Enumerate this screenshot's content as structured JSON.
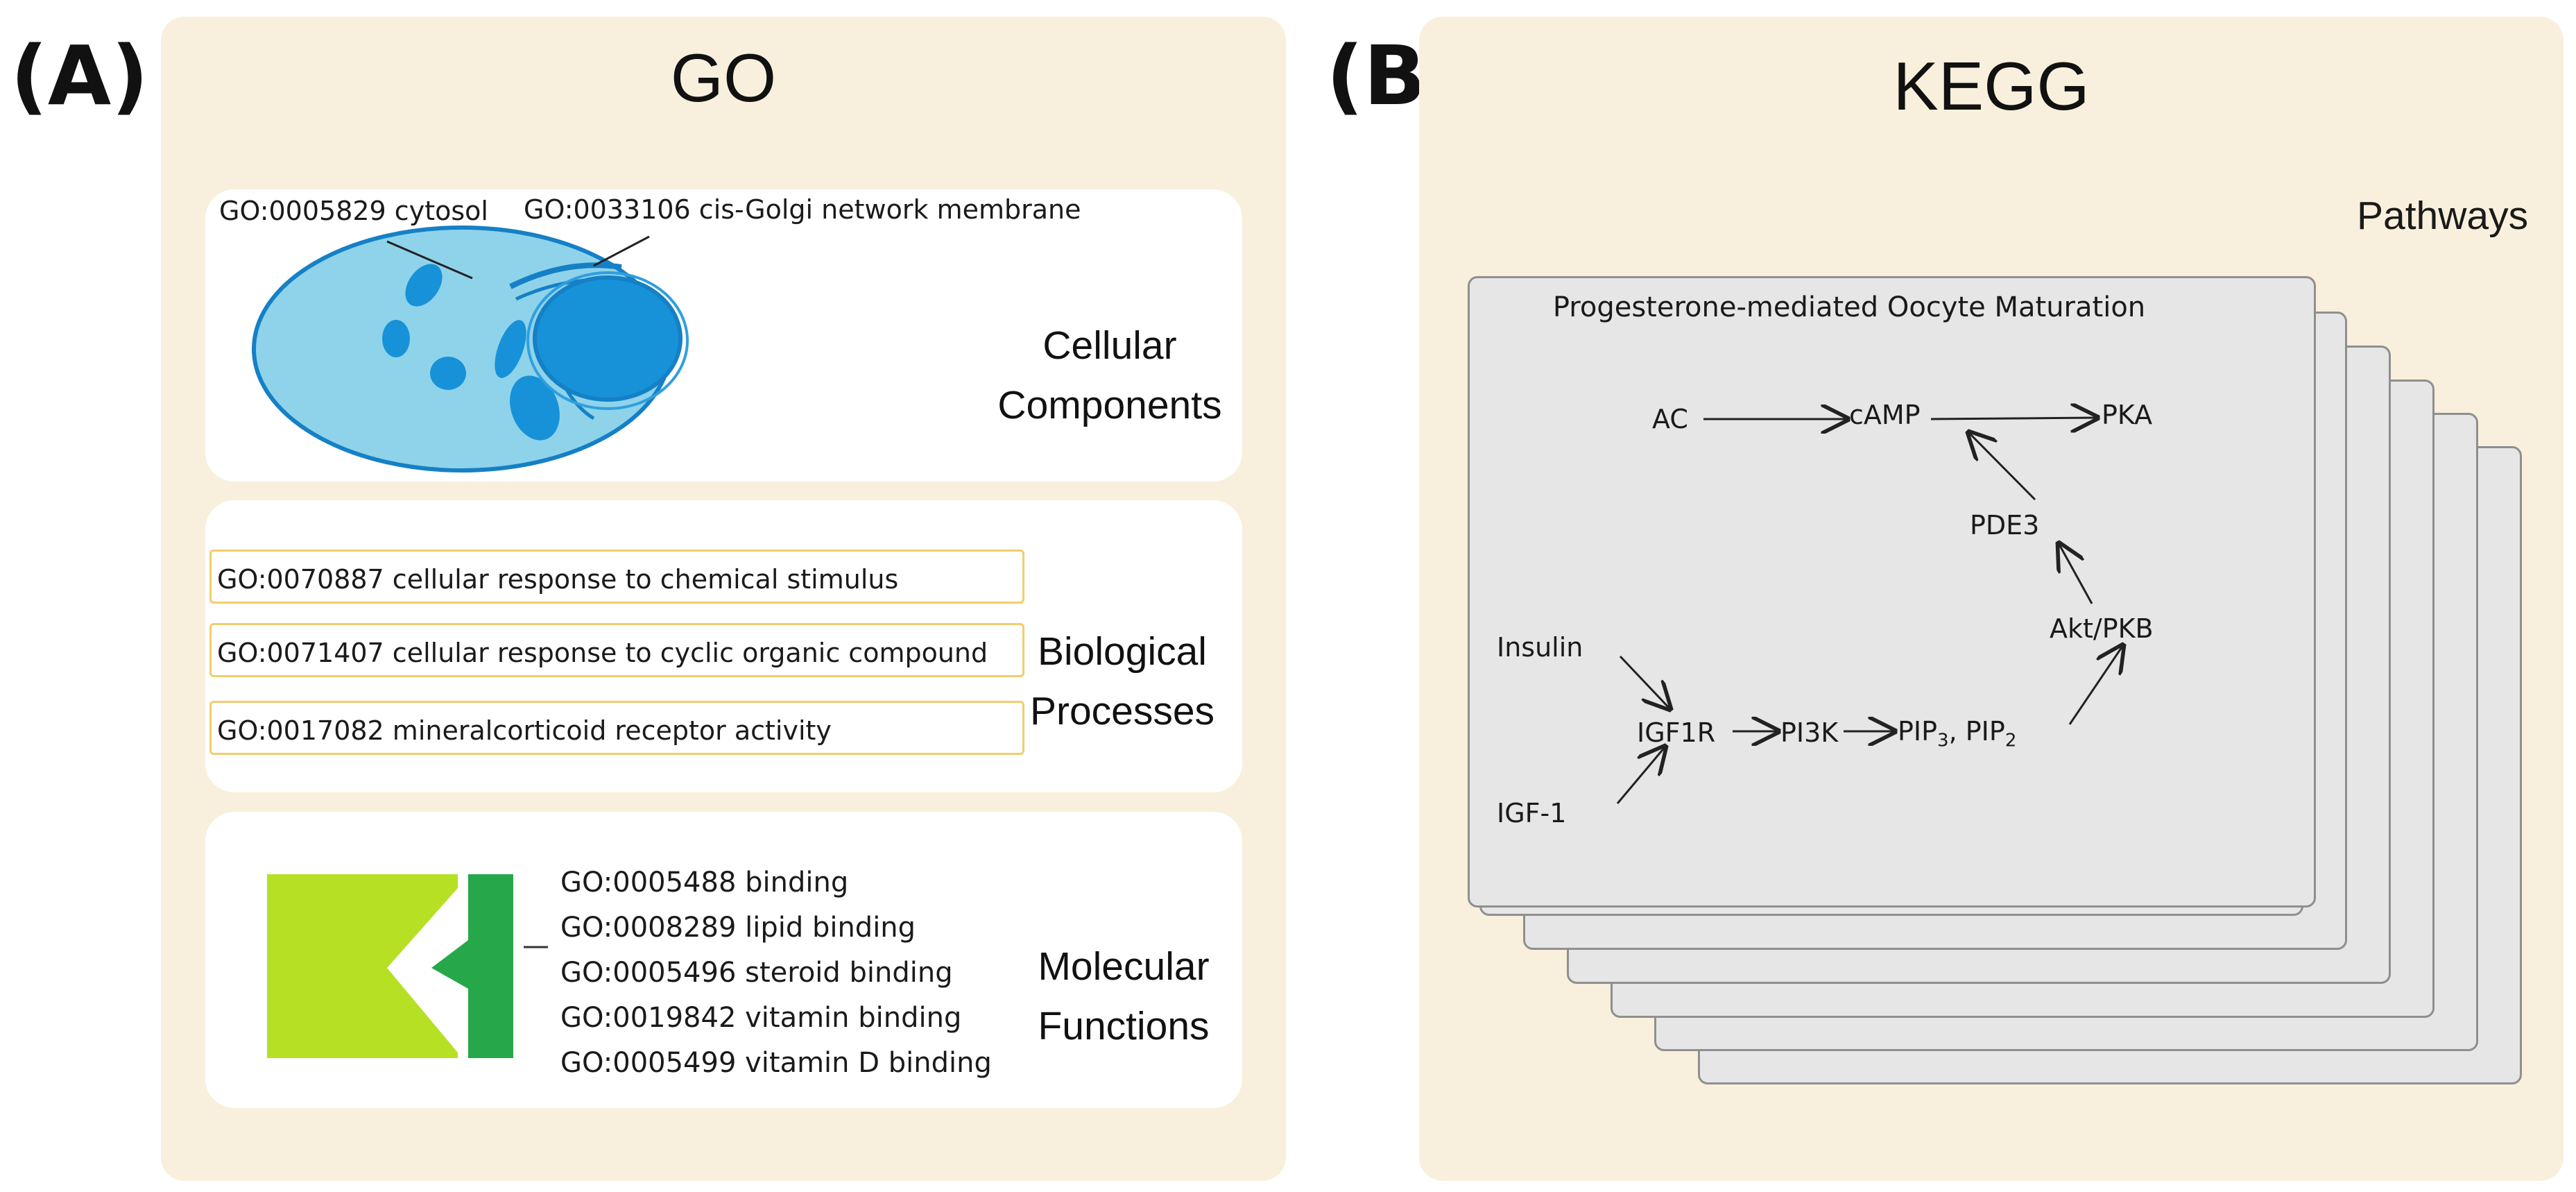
{
  "panel_a": {
    "letter": "(A)",
    "title": "GO",
    "cellular": {
      "label_line1": "Cellular",
      "label_line2": "Components",
      "term1": "GO:0005829 cytosol",
      "term2": "GO:0033106 cis-Golgi network membrane"
    },
    "biological": {
      "label_line1": "Biological",
      "label_line2": "Processes",
      "terms": [
        "GO:0070887 cellular response to chemical stimulus",
        "GO:0071407 cellular response to cyclic organic compound",
        "GO:0017082 mineralcorticoid receptor activity"
      ]
    },
    "molecular": {
      "label_line1": "Molecular",
      "label_line2": "Functions",
      "terms": [
        "GO:0005488 binding",
        "GO:0008289 lipid binding",
        "GO:0005496 steroid binding",
        "GO:0019842 vitamin binding",
        "GO:0005499 vitamin D binding"
      ]
    }
  },
  "panel_b": {
    "letter": "(B)",
    "title": "KEGG",
    "pathways_label": "Pathways",
    "pathway_title": "Progesterone-mediated Oocyte Maturation",
    "nodes": {
      "ac": "AC",
      "camp": "cAMP",
      "pka": "PKA",
      "pde3": "PDE3",
      "akt": "Akt/PKB",
      "insulin": "Insulin",
      "igf1r": "IGF1R",
      "pi3k": "PI3K",
      "pip_a": "PIP",
      "pip_a_sub": "3",
      "pip_sep": ", ",
      "pip_b": "PIP",
      "pip_b_sub": "2",
      "igf1": "IGF-1"
    }
  },
  "colors": {
    "panel_bg": "#f8f0dc",
    "cell_fill": "#8fd3ea",
    "organelle": "#1792d9",
    "box_border": "#f1cd6a",
    "receptor_light": "#b6e024",
    "receptor_dark": "#26a84a",
    "sheet_fill": "#e6e6e6"
  }
}
